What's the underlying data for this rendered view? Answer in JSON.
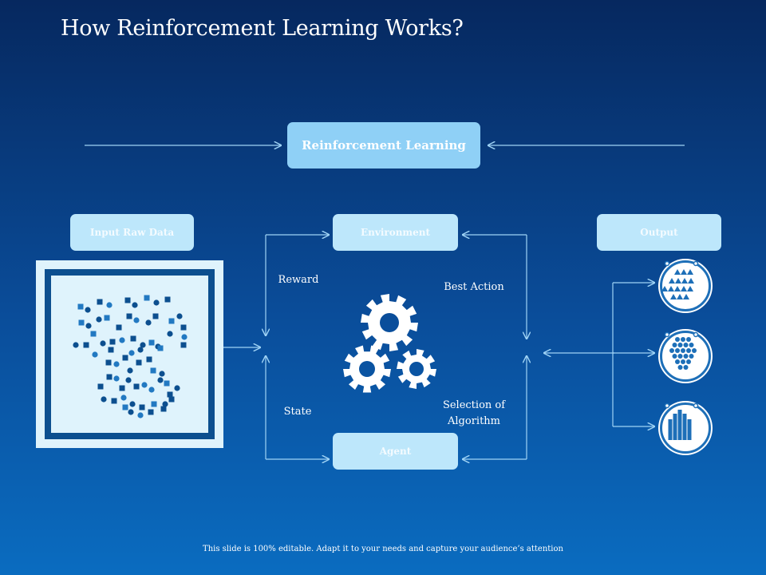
{
  "slide": {
    "title": "How Reinforcement Learning Works?",
    "footer": "This slide is 100% editable. Adapt it to your needs and capture your audience’s attention"
  },
  "diagram": {
    "center_box": "Reinforcement Learning",
    "input_box": "Input Raw Data",
    "environment_box": "Environment",
    "agent_box": "Agent",
    "output_box": "Output",
    "labels": {
      "reward": "Reward",
      "best_action": "Best Action",
      "state": "State",
      "selection": "Selection of Algorithm"
    }
  },
  "colors": {
    "background_top": "#06285f",
    "background_bottom": "#0a6cc0",
    "box_light": "#bde7fb",
    "box_accent": "#8fd0f6",
    "dot_dark": "#0c4f8f",
    "dot_mid": "#2279c2",
    "line": "#9fd3f5"
  },
  "icons": [
    "scatter-data-icon",
    "gears-icon",
    "triangle-cluster-icon",
    "circle-cluster-icon",
    "bar-cluster-icon"
  ]
}
